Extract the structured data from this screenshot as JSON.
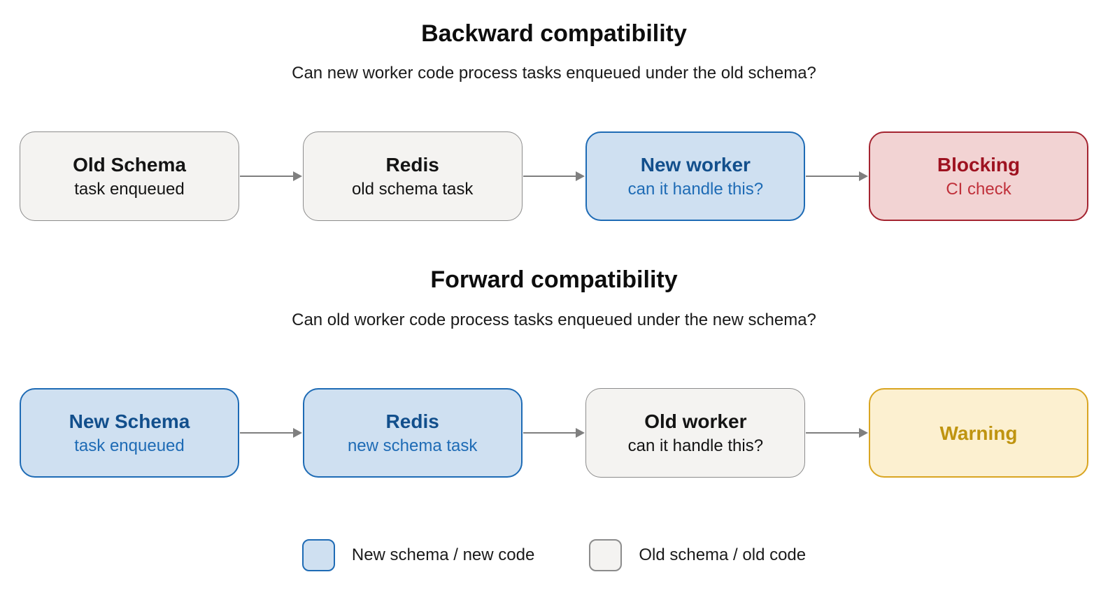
{
  "sections": [
    {
      "id": "backward",
      "title": "Backward compatibility",
      "subtitle": "Can new worker code process tasks enqueued under the old schema?",
      "nodes": [
        {
          "title": "Old Schema",
          "subtitle": "task enqueued",
          "variant": "old"
        },
        {
          "title": "Redis",
          "subtitle": "old schema task",
          "variant": "old"
        },
        {
          "title": "New worker",
          "subtitle": "can it handle this?",
          "variant": "new"
        },
        {
          "title": "Blocking",
          "subtitle": "CI check",
          "variant": "blocking"
        }
      ]
    },
    {
      "id": "forward",
      "title": "Forward compatibility",
      "subtitle": "Can old worker code process tasks enqueued under the new schema?",
      "nodes": [
        {
          "title": "New Schema",
          "subtitle": "task enqueued",
          "variant": "new"
        },
        {
          "title": "Redis",
          "subtitle": "new schema task",
          "variant": "new"
        },
        {
          "title": "Old worker",
          "subtitle": "can it handle this?",
          "variant": "old"
        },
        {
          "title": "Warning",
          "subtitle": "",
          "variant": "warning"
        }
      ]
    }
  ],
  "legend": [
    {
      "label": "New schema / new code",
      "variant": "new"
    },
    {
      "label": "Old schema / old code",
      "variant": "old"
    }
  ],
  "colors": {
    "old_fill": "#f4f3f1",
    "old_border": "#8c8c8c",
    "old_text": "#141414",
    "new_fill": "#cfe0f1",
    "new_border": "#1e6bb5",
    "new_title": "#124f8c",
    "new_subtitle": "#1e6bb5",
    "blocking_fill": "#f2d3d3",
    "blocking_border": "#a42430",
    "blocking_title": "#9e1220",
    "blocking_subtitle": "#c0303a",
    "warning_fill": "#fcf0d0",
    "warning_border": "#d9a521",
    "warning_text": "#bf9410",
    "arrow": "#7f7f7f"
  }
}
